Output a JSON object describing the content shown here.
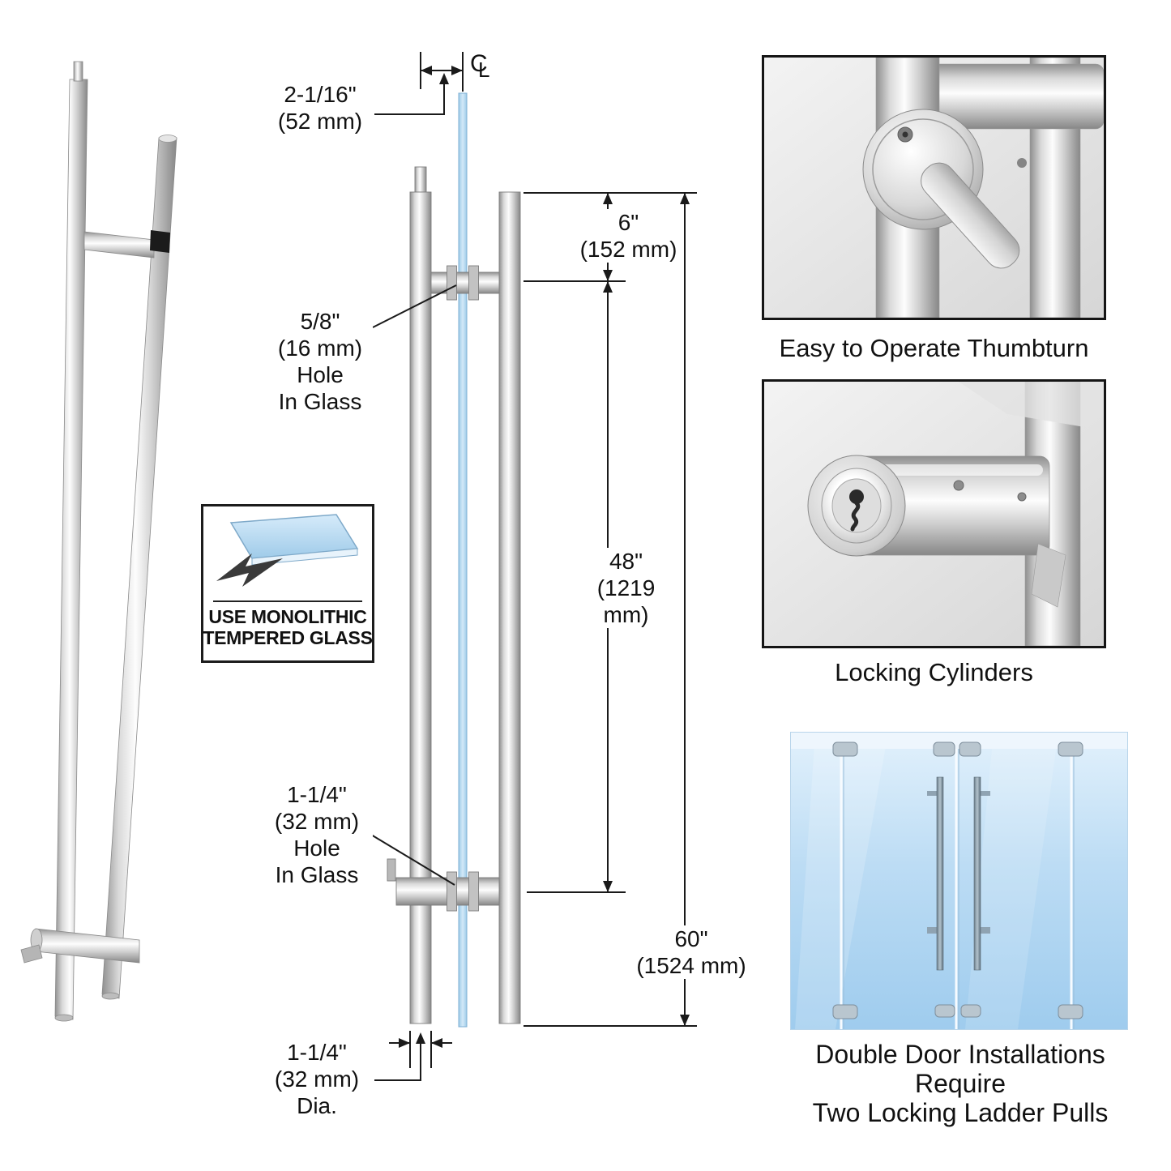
{
  "colors": {
    "line": "#1a1a1a",
    "text": "#111111",
    "inset-border": "#151515",
    "steel-light": "#fdfdfd",
    "steel-mid": "#c9c9c9",
    "steel-dark": "#878787",
    "glass-blue": "#b9dcf5",
    "glass-edge-blue": "#7fb0d4",
    "door-glass-blue": "#aed3f0"
  },
  "drawing": {
    "centerline": {
      "c": "C",
      "l": "L"
    },
    "dim_top_offset": {
      "value": "2-1/16\"",
      "metric": "(52 mm)"
    },
    "dim_top_hole": {
      "value": "5/8\"",
      "metric": "(16 mm)",
      "line3": "Hole",
      "line4": "In Glass"
    },
    "dim_six": {
      "value": "6\"",
      "metric": "(152 mm)"
    },
    "dim_fortyeight": {
      "value": "48\"",
      "metric": "(1219 mm)"
    },
    "dim_bottom_hole": {
      "value": "1-1/4\"",
      "metric": "(32 mm)",
      "line3": "Hole",
      "line4": "In Glass"
    },
    "dim_sixty": {
      "value": "60\"",
      "metric": "(1524 mm)"
    },
    "dim_diameter": {
      "value": "1-1/4\"",
      "metric": "(32 mm)",
      "line3": "Dia."
    }
  },
  "badge": {
    "line1": "USE MONOLITHIC",
    "line2": "TEMPERED GLASS"
  },
  "insets": {
    "thumbturn": {
      "caption": "Easy to Operate Thumbturn"
    },
    "cylinders": {
      "caption": "Locking Cylinders"
    },
    "double_door": {
      "caption_line1": "Double Door Installations Require",
      "caption_line2": "Two Locking Ladder Pulls"
    }
  }
}
